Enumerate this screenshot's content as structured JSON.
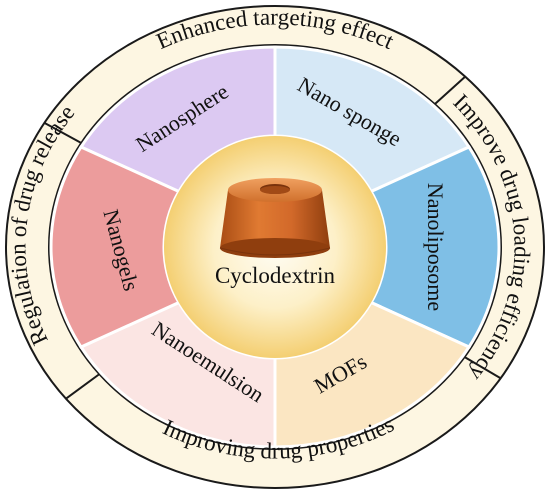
{
  "diagram": {
    "center_label": "Cyclodextrin",
    "segments": [
      {
        "label": "Nanosphere",
        "color": "#dcc9f2"
      },
      {
        "label": "Nano sponge",
        "color": "#d6e8f6"
      },
      {
        "label": "Nanoliposome",
        "color": "#7fbfe6"
      },
      {
        "label": "MOFs",
        "color": "#fbe6c2"
      },
      {
        "label": "Nanoemulsion",
        "color": "#fbe5e3"
      },
      {
        "label": "Nanogels",
        "color": "#ec9c9c"
      }
    ],
    "outer_ring": [
      {
        "label": "Enhanced targeting effect"
      },
      {
        "label": "Improve drug loading efficiency"
      },
      {
        "label": "Improving drug properties"
      },
      {
        "label": "Regulation of drug release"
      }
    ],
    "colors": {
      "ring_fill": "#fdf6e2",
      "ring_stroke": "#1a1a1a",
      "center_glow": "#f6d98a",
      "center_core": "#fffaf0",
      "cup_body": "#c9621f",
      "cup_top": "#e88a3c"
    },
    "icons": [
      "cyclodextrin-cup-icon"
    ]
  }
}
